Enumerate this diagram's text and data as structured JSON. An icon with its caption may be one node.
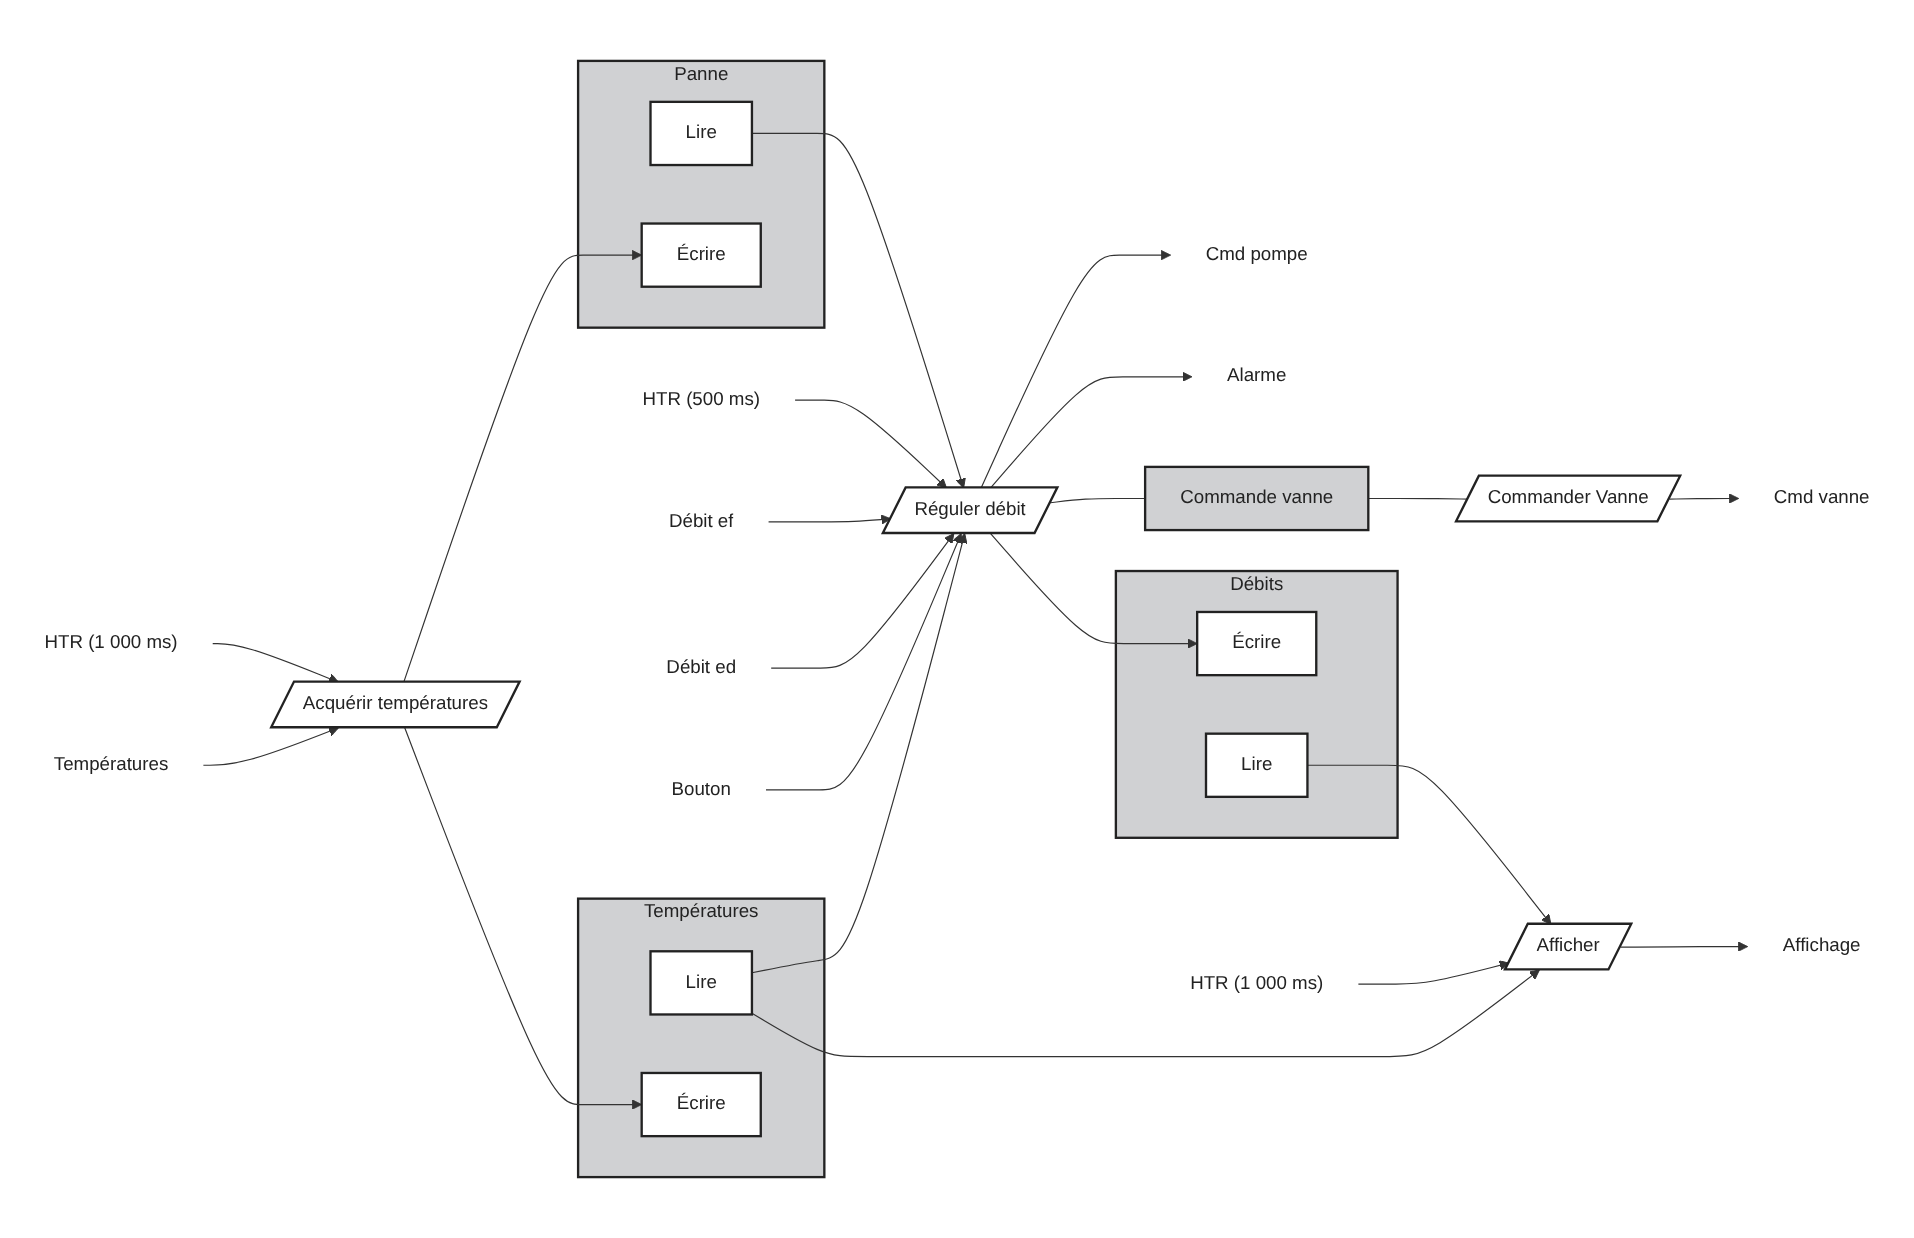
{
  "diagram": {
    "nodes": [
      {
        "text": [
          "Réguler débit"
        ]
      },
      {
        "text": [
          "HTR (500 ms)"
        ]
      },
      {
        "text": [
          "Débit ef"
        ]
      },
      {
        "text": [
          "Débit ed"
        ]
      },
      {
        "text": [
          "Bouton"
        ]
      },
      {
        "text": [
          "Cmd pompe"
        ]
      },
      {
        "text": [
          "Alarme"
        ]
      },
      {
        "text": [
          "Panne"
        ]
      },
      {
        "text": [
          "Lire"
        ],
        "in": 7
      },
      {
        "text": [
          "Écrire"
        ],
        "in": 7
      },
      {
        "text": [
          "Températures"
        ]
      },
      {
        "text": [
          "Lire"
        ],
        "in": 10
      },
      {
        "text": [
          "Écrire"
        ],
        "in": 10
      },
      {
        "text": [
          "Commande vanne"
        ]
      },
      {
        "text": [
          "Commander Vanne"
        ]
      },
      {
        "text": [
          "Cmd vanne"
        ]
      },
      {
        "text": [
          "Débits"
        ]
      },
      {
        "text": [
          "Écrire"
        ],
        "in": 16
      },
      {
        "text": [
          "Lire"
        ],
        "in": 16
      },
      {
        "text": [
          "HTR (1 000 ms)"
        ]
      },
      {
        "text": [
          "Températures"
        ]
      },
      {
        "text": [
          "Acquérir températures"
        ]
      },
      {
        "text": [
          "HTR (1 000 ms)"
        ]
      },
      {
        "text": [
          "Afficher"
        ]
      },
      {
        "text": [
          "Affichage"
        ]
      }
    ],
    "edges": [
      {
        "from": 1,
        "to": 0,
        "arrow": "to"
      },
      {
        "from": 2,
        "to": 0,
        "arrow": "to"
      },
      {
        "from": 3,
        "to": 0,
        "arrow": "to"
      },
      {
        "from": 4,
        "to": 0,
        "arrow": "to"
      },
      {
        "from": 0,
        "to": 5,
        "arrow": "to"
      },
      {
        "from": 0,
        "to": 6,
        "arrow": "to"
      },
      {
        "from": 8,
        "to": 0,
        "arrow": "to"
      },
      {
        "from": 11,
        "to": 0,
        "arrow": "to"
      },
      {
        "from": 0,
        "to": 13,
        "arrow": "none"
      },
      {
        "from": 13,
        "to": 14,
        "arrow": "none"
      },
      {
        "from": 14,
        "to": 15,
        "arrow": "to"
      },
      {
        "from": 0,
        "to": 17,
        "arrow": "to"
      },
      {
        "from": 19,
        "to": 21,
        "arrow": "to"
      },
      {
        "from": 20,
        "to": 21,
        "arrow": "to"
      },
      {
        "from": 21,
        "to": 9,
        "arrow": "to"
      },
      {
        "from": 21,
        "to": 12,
        "arrow": "to"
      },
      {
        "from": 11,
        "to": 23,
        "arrow": "to"
      },
      {
        "from": 18,
        "to": 23,
        "arrow": "to"
      },
      {
        "from": 22,
        "to": 23,
        "arrow": "to"
      },
      {
        "from": 23,
        "to": 24,
        "arrow": "to"
      }
    ]
  }
}
